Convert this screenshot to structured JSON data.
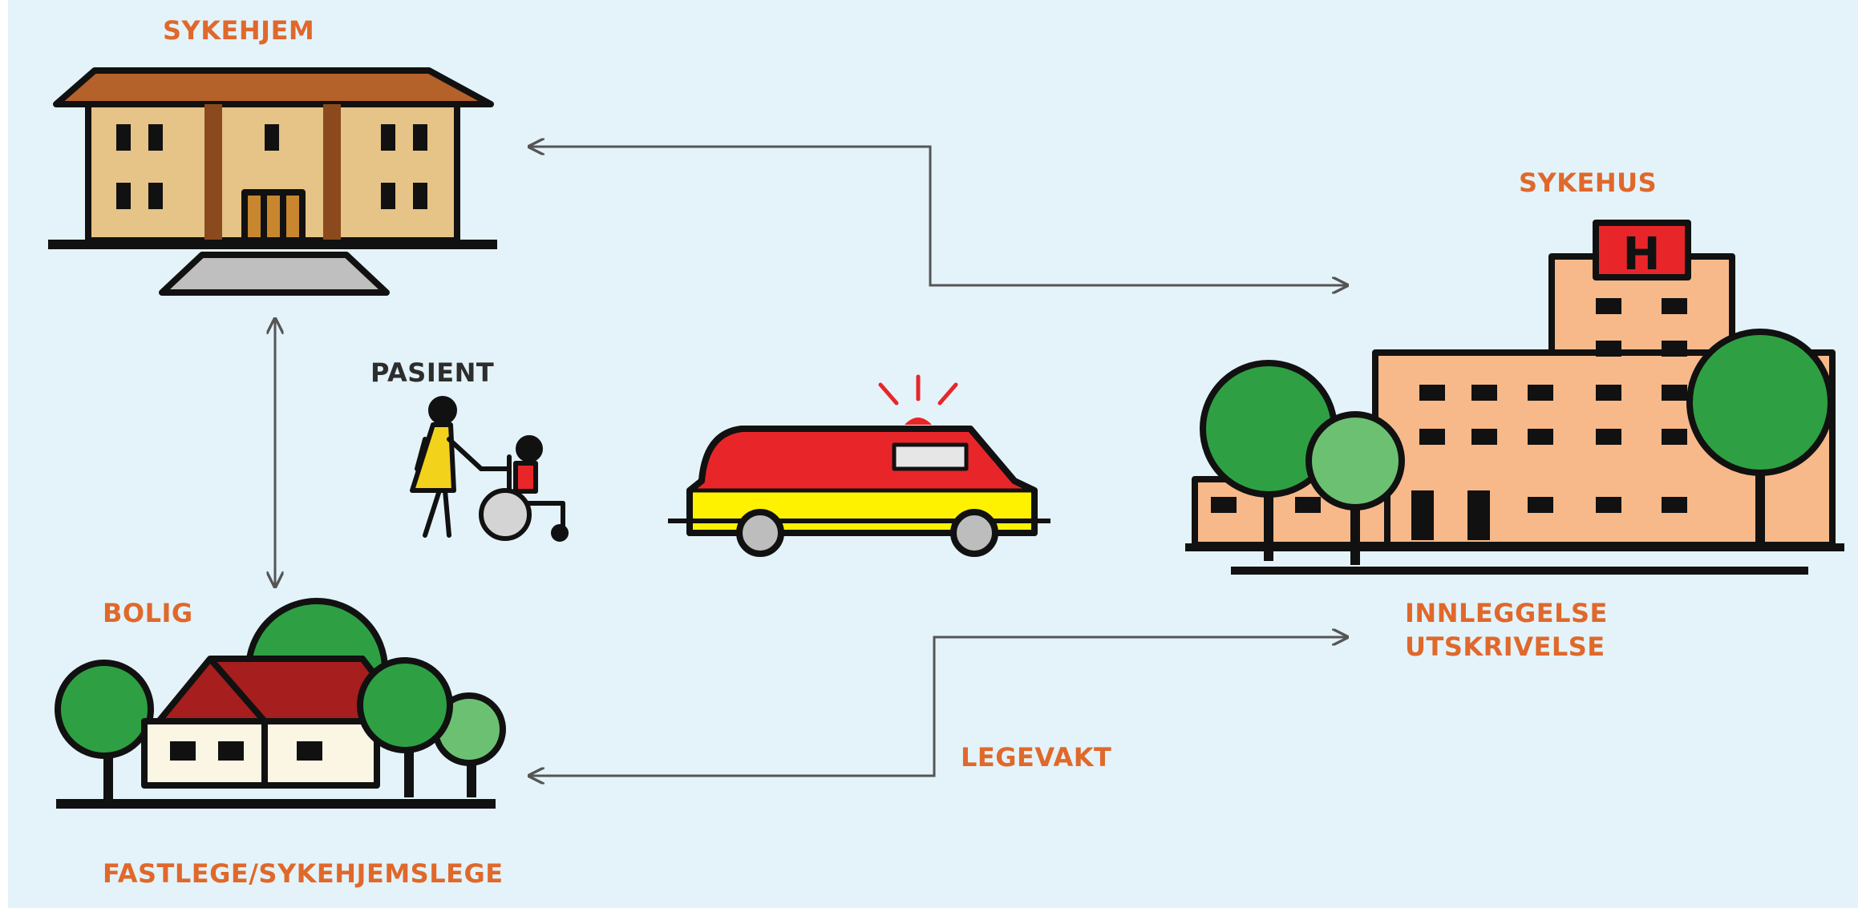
{
  "labels": {
    "sykehjem": "SYKEHJEM",
    "sykehus": "SYKEHUS",
    "pasient": "PASIENT",
    "bolig": "BOLIG",
    "innleggelse": "INNLEGGELSE",
    "utskrivelse": "UTSKRIVELSE",
    "legevakt": "LEGEVAKT",
    "fastlege": "FASTLEGE/SYKEHJEMSLEGE"
  },
  "nodes": [
    {
      "id": "sykehjem-icon",
      "depicts": "nursing home building"
    },
    {
      "id": "sykehus-icon",
      "depicts": "hospital building with H sign"
    },
    {
      "id": "patient-wheelchair-icon",
      "depicts": "person pushing wheelchair"
    },
    {
      "id": "ambulance-icon",
      "depicts": "ambulance"
    },
    {
      "id": "bolig-icon",
      "depicts": "house with trees"
    }
  ],
  "edges": [
    {
      "from": "sykehjem",
      "to": "sykehus",
      "direction": "both"
    },
    {
      "from": "sykehjem",
      "to": "bolig",
      "direction": "both"
    },
    {
      "from": "bolig",
      "to": "sykehus",
      "direction": "both"
    }
  ],
  "colors": {
    "background": "#e3f3f9",
    "label": "#e0682b",
    "label_dark": "#2d2d2d",
    "arrow": "#555555",
    "building_tan": "#e6c386",
    "hospital_orange": "#f7b98a",
    "tree_green": "#2ea043",
    "roof_red": "#a61e1e",
    "ambulance_red": "#e8262a",
    "ambulance_yellow": "#fff200"
  }
}
